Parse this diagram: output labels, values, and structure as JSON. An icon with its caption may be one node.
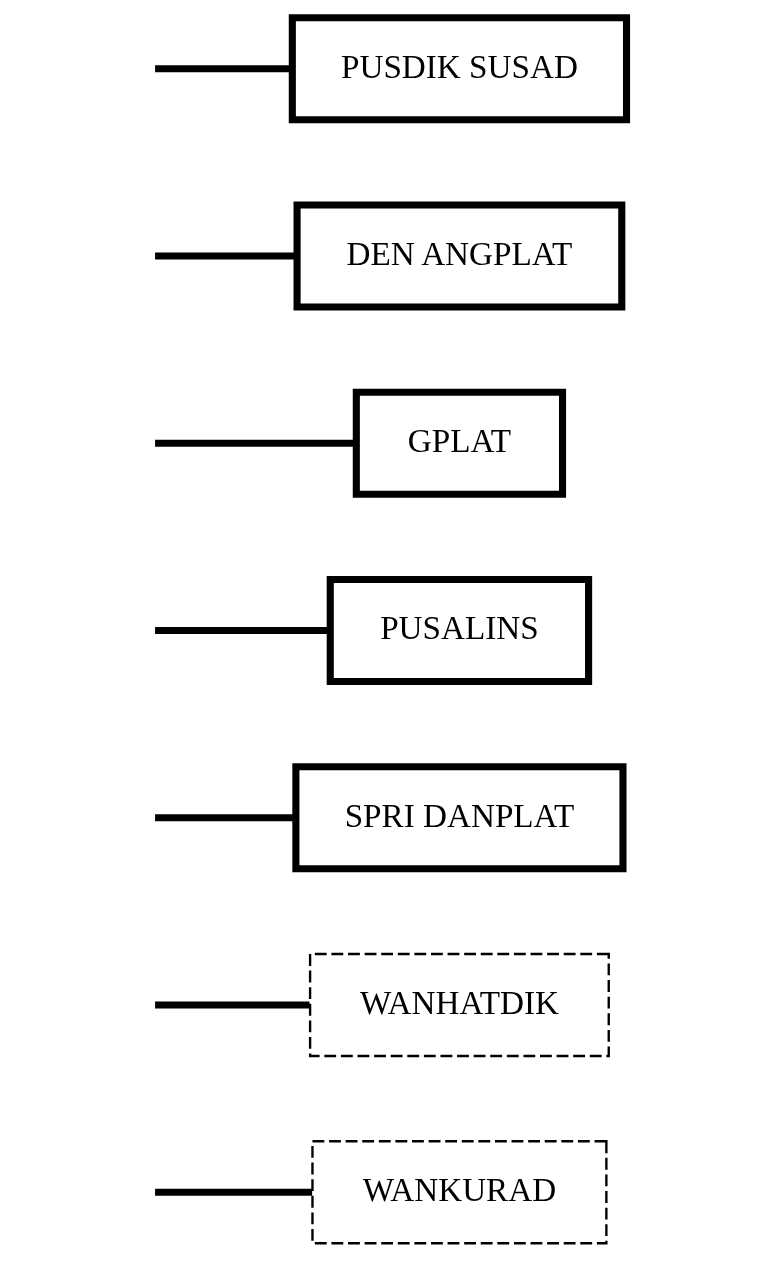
{
  "diagram": {
    "nodes": [
      {
        "text": [
          "WANKURAD"
        ]
      },
      {
        "text": [
          "WANHATDIK"
        ]
      },
      {
        "text": [
          "SPRI DANPLAT"
        ]
      },
      {
        "text": [
          "PUSALINS"
        ]
      },
      {
        "text": [
          "GPLAT"
        ]
      },
      {
        "text": [
          "DEN ANGPLAT"
        ]
      },
      {
        "text": [
          "PUSDIK SUSAD"
        ]
      }
    ],
    "edges": [
      {
        "from": null,
        "to": 0,
        "arrow": "none"
      },
      {
        "from": null,
        "to": 1,
        "arrow": "none"
      },
      {
        "from": null,
        "to": 2,
        "arrow": "none"
      },
      {
        "from": null,
        "to": 3,
        "arrow": "none"
      },
      {
        "from": null,
        "to": 4,
        "arrow": "none"
      },
      {
        "from": null,
        "to": 5,
        "arrow": "none"
      },
      {
        "from": null,
        "to": 6,
        "arrow": "none"
      }
    ]
  }
}
